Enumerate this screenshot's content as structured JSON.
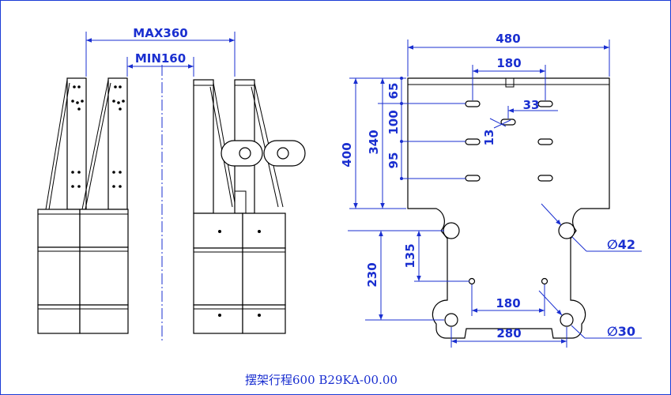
{
  "dimensions": {
    "max_stroke": "MAX360",
    "min_stroke": "MIN160",
    "plate_width": "480",
    "top_slot_spacing": "180",
    "slot_offset": "33",
    "slot_width": "13",
    "row_1": "65",
    "row_2": "100",
    "row_3": "95",
    "plate_height": "400",
    "slot_span": "340",
    "lower_arm": "230",
    "lower_offset": "135",
    "lower_hole_spacing": "180",
    "bottom_hole_spacing": "280",
    "large_hole_dia": "∅42",
    "small_hole_dia": "∅30"
  },
  "caption": "摆架行程600   B29KA-00.00",
  "colors": {
    "dimension": "#1a2fd0",
    "outline": "#000000",
    "frame": "#1a3bd6"
  }
}
